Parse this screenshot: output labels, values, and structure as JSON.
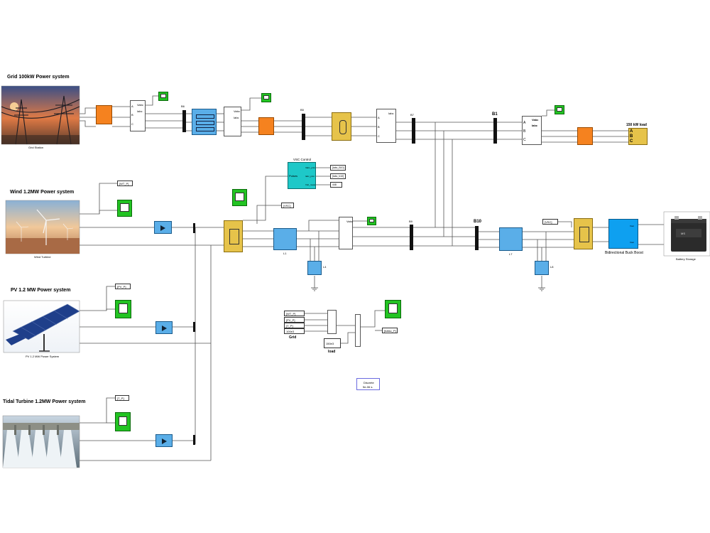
{
  "titles": {
    "grid": "Grid 100kW Power system",
    "wind": "Wind 1.2MW Power system",
    "pv": "PV 1.2 MW Power system",
    "tidal": "Tidal Turbine 1.2MW Power system",
    "load150": "150 kW load"
  },
  "captions": {
    "grid_station": "Grid Station",
    "wind_turbine": "Wind Turbine",
    "pv_system": "PV 1.2 MW Power System",
    "battery": "Battery Storage",
    "buck_boost": "Bidirectional Buck Boost",
    "vsc_control": "VSC Control",
    "grid_label": "Grid",
    "load_label": "load"
  },
  "buses": {
    "b6": "B6",
    "b5": "B5",
    "b7": "B7",
    "b1": "B1",
    "b9": "B9",
    "b10": "B10"
  },
  "inductors": {
    "l1": "L1",
    "l4": "L4",
    "l7": "L7",
    "l8": "L8"
  },
  "tags": {
    "wt_p": "[WT_P]",
    "pv_p": "[PV_P]",
    "t_p": "[T_P]",
    "vsc1": "[VSC]",
    "vsc2": "[VSC]",
    "in_wt": "[WT_P]",
    "in_pv": "[PV_P]",
    "in_t": "[T_P]",
    "const_grid": "100e3",
    "const_load": "150e3",
    "batt_p": "[batsc_P]"
  },
  "vsc_ports": {
    "in": "Pulses",
    "out1": "Vabc_prim",
    "out2": "Iabc_prim",
    "out3": "Vdc_meas",
    "g1": "[labc_B10]",
    "g2": "[labc_b10]",
    "const": "448"
  },
  "meas_labels": {
    "vabc": "Vabc",
    "iabc": "Iabc",
    "a": "A",
    "b": "B",
    "c": "C",
    "a_big": "A",
    "b_big": "B",
    "c_big": "C",
    "vabc_bold": "Vabc",
    "iabc_bold": "Iabc"
  },
  "bb_ports": {
    "p1": "Vout",
    "p2": "Vout"
  },
  "powergui": {
    "line1": "Discrete",
    "line2": "5e-06 s."
  }
}
